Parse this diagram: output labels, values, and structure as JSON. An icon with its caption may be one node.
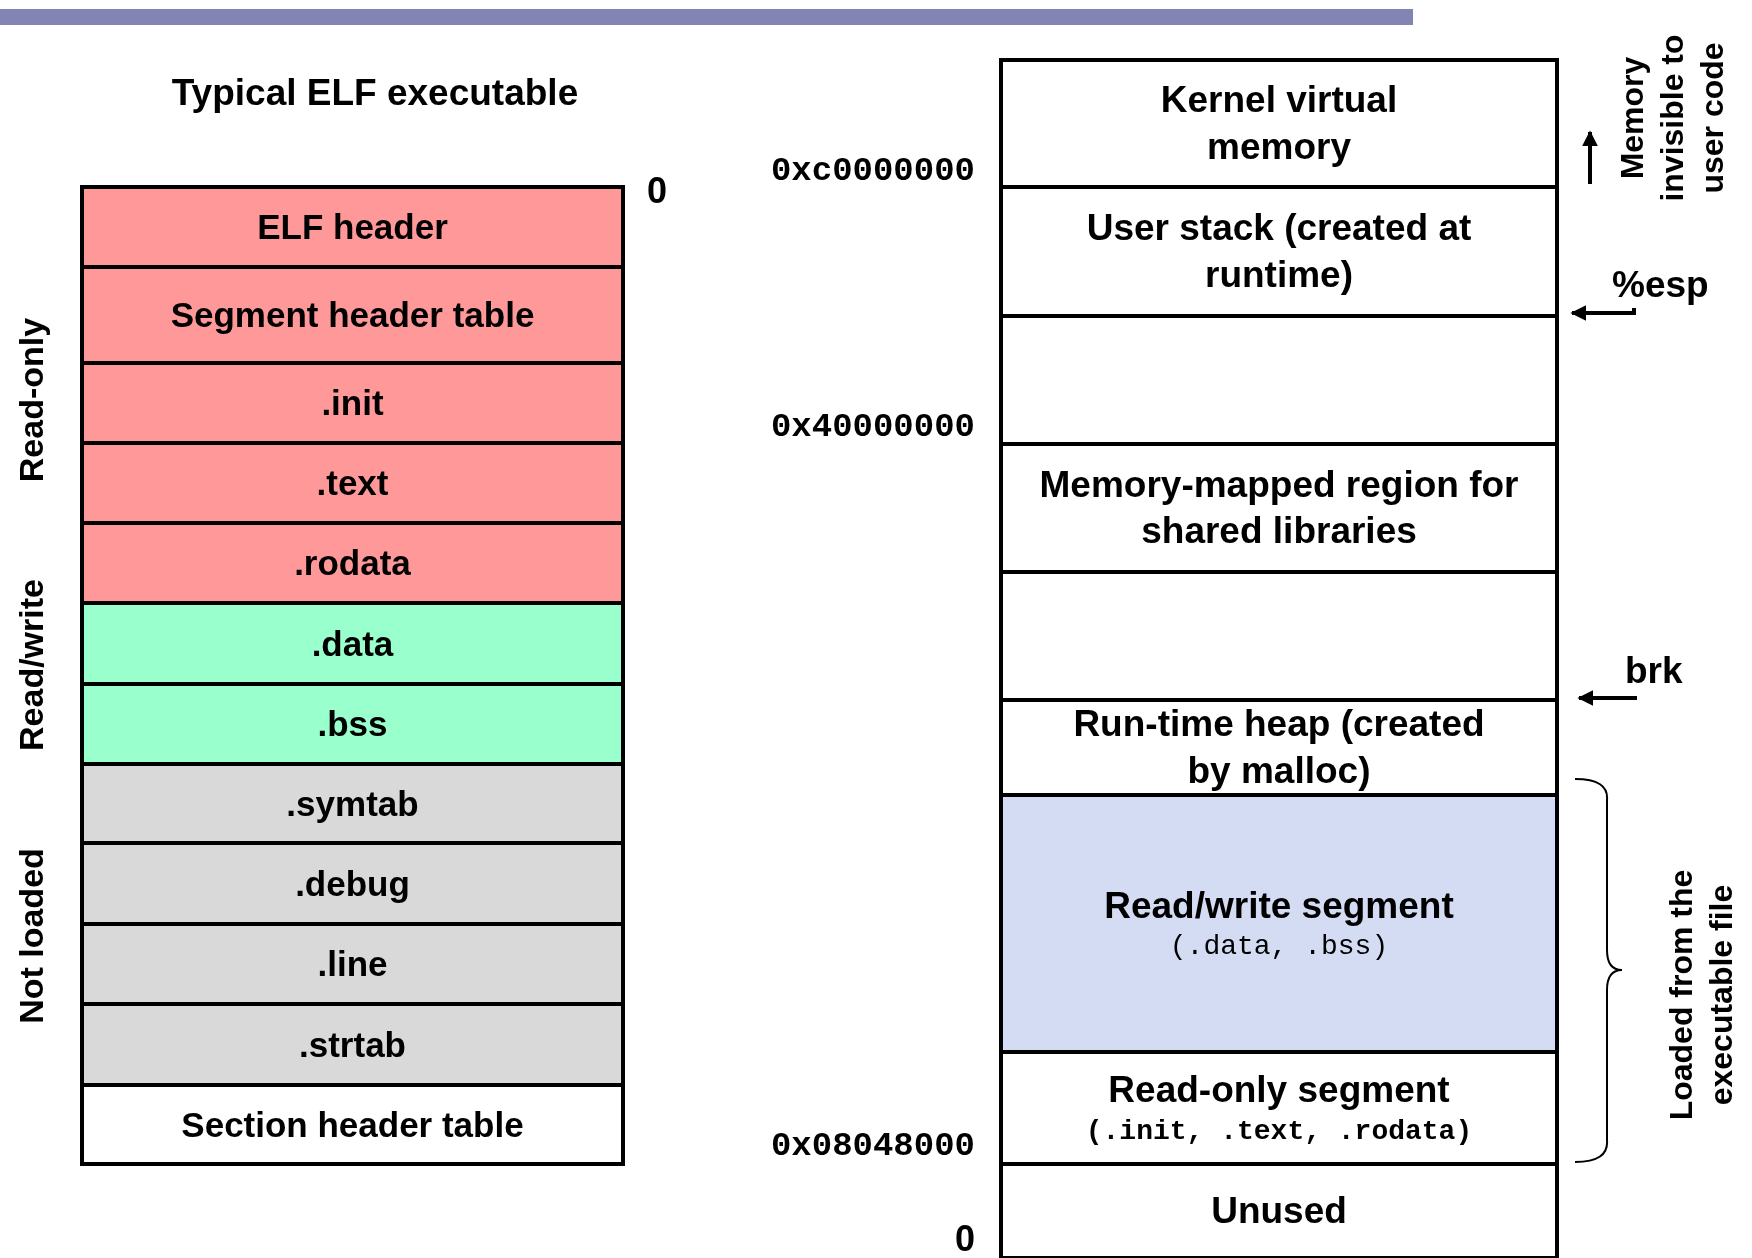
{
  "diagram": {
    "nodes": [
      {
        "text": [
          "ELF header"
        ]
      },
      {
        "text": [
          "Segment header table"
        ]
      },
      {
        "text": [
          ".init"
        ]
      },
      {
        "text": [
          ".text"
        ]
      },
      {
        "text": [
          ".rodata"
        ]
      },
      {
        "text": [
          ".data"
        ]
      },
      {
        "text": [
          ".bss"
        ]
      },
      {
        "text": [
          ".symtab"
        ]
      },
      {
        "text": [
          ".debug"
        ]
      },
      {
        "text": [
          ".line"
        ]
      },
      {
        "text": [
          ".strtab"
        ]
      },
      {
        "text": [
          "Section header table"
        ]
      },
      {
        "text": [
          "Kernel virtual memory"
        ]
      },
      {
        "text": [
          "User stack (created at runtime)"
        ]
      },
      {
        "text": [],
        "shape": "box"
      },
      {
        "text": [
          "Memory-mapped region for shared libraries"
        ]
      },
      {
        "text": [],
        "shape": "box"
      },
      {
        "text": [
          "Run-time heap (created by malloc)"
        ]
      },
      {
        "text": [
          "Read/write segment",
          "(.data, .bss)"
        ]
      },
      {
        "text": [
          "Read-only segment",
          "(.init, .text, .rodata)"
        ]
      },
      {
        "text": [
          "Unused"
        ]
      },
      {
        "text": [
          "%esp"
        ]
      },
      {
        "text": [
          "brk"
        ]
      }
    ],
    "edges": [
      {
        "from": 21,
        "to": null,
        "arrow": "to"
      },
      {
        "from": 22,
        "to": null,
        "arrow": "to"
      }
    ],
    "labels": [
      "Typical ELF executable",
      "0",
      "Read-only",
      "Read/write",
      "Not loaded",
      "0xc0000000",
      "0x40000000",
      "0x08048000",
      "0",
      "Memory invisible to user code",
      "Loaded from the executable file"
    ]
  }
}
